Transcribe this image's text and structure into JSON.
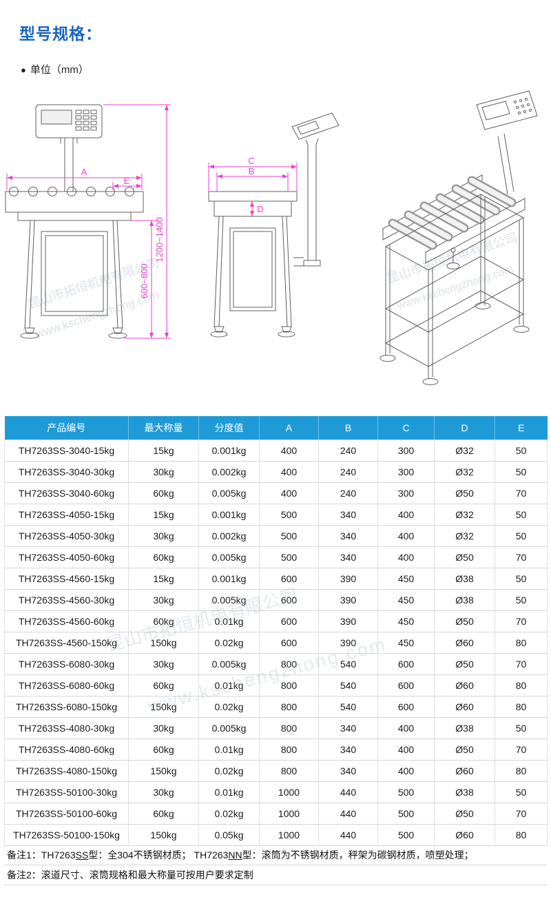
{
  "colors": {
    "accent_blue": "#1464c0",
    "header_bg": "#1e9bd7",
    "dim_magenta": "#ed3fcf",
    "line_gray": "#5f5f5f"
  },
  "page": {
    "title": "型号规格："
  },
  "unit": {
    "bullet": "●",
    "label": "单位（mm）"
  },
  "drawing": {
    "front_view": {
      "dim_a": "A",
      "dim_e": "E",
      "dim_total_height": "1200~1400",
      "dim_stand_height": "600~800"
    },
    "side_view": {
      "dim_c": "C",
      "dim_b": "B",
      "dim_d": "D"
    }
  },
  "watermark": {
    "company": "昆山市拓恒机电有限公司",
    "site": "www.kschengzhong.com"
  },
  "table": {
    "headers": [
      "产品编号",
      "最大称量",
      "分度值",
      "A",
      "B",
      "C",
      "D",
      "E"
    ],
    "rows": [
      [
        "TH7263SS-3040-15kg",
        "15kg",
        "0.001kg",
        "400",
        "240",
        "300",
        "Ø32",
        "50"
      ],
      [
        "TH7263SS-3040-30kg",
        "30kg",
        "0.002kg",
        "400",
        "240",
        "300",
        "Ø32",
        "50"
      ],
      [
        "TH7263SS-3040-60kg",
        "60kg",
        "0.005kg",
        "400",
        "240",
        "300",
        "Ø50",
        "70"
      ],
      [
        "TH7263SS-4050-15kg",
        "15kg",
        "0.001kg",
        "500",
        "340",
        "400",
        "Ø32",
        "50"
      ],
      [
        "TH7263SS-4050-30kg",
        "30kg",
        "0.002kg",
        "500",
        "340",
        "400",
        "Ø32",
        "50"
      ],
      [
        "TH7263SS-4050-60kg",
        "60kg",
        "0.005kg",
        "500",
        "340",
        "400",
        "Ø50",
        "70"
      ],
      [
        "TH7263SS-4560-15kg",
        "15kg",
        "0.001kg",
        "600",
        "390",
        "450",
        "Ø38",
        "50"
      ],
      [
        "TH7263SS-4560-30kg",
        "30kg",
        "0.005kg",
        "600",
        "390",
        "450",
        "Ø38",
        "50"
      ],
      [
        "TH7263SS-4560-60kg",
        "60kg",
        "0.01kg",
        "600",
        "390",
        "450",
        "Ø50",
        "70"
      ],
      [
        "TH7263SS-4560-150kg",
        "150kg",
        "0.02kg",
        "600",
        "390",
        "450",
        "Ø60",
        "80"
      ],
      [
        "TH7263SS-6080-30kg",
        "30kg",
        "0.005kg",
        "800",
        "540",
        "600",
        "Ø50",
        "70"
      ],
      [
        "TH7263SS-6080-60kg",
        "60kg",
        "0.01kg",
        "800",
        "540",
        "600",
        "Ø60",
        "80"
      ],
      [
        "TH7263SS-6080-150kg",
        "150kg",
        "0.02kg",
        "800",
        "540",
        "600",
        "Ø60",
        "80"
      ],
      [
        "TH7263SS-4080-30kg",
        "30kg",
        "0.005kg",
        "800",
        "340",
        "400",
        "Ø38",
        "50"
      ],
      [
        "TH7263SS-4080-60kg",
        "60kg",
        "0.01kg",
        "800",
        "340",
        "400",
        "Ø50",
        "70"
      ],
      [
        "TH7263SS-4080-150kg",
        "150kg",
        "0.02kg",
        "800",
        "340",
        "400",
        "Ø60",
        "80"
      ],
      [
        "TH7263SS-50100-30kg",
        "30kg",
        "0.01kg",
        "1000",
        "440",
        "500",
        "Ø38",
        "50"
      ],
      [
        "TH7263SS-50100-60kg",
        "60kg",
        "0.02kg",
        "1000",
        "440",
        "500",
        "Ø50",
        "70"
      ],
      [
        "TH7263SS-50100-150kg",
        "150kg",
        "0.05kg",
        "1000",
        "440",
        "500",
        "Ø60",
        "80"
      ]
    ]
  },
  "notes": {
    "note1": {
      "label": "备注1：",
      "p1": "TH7263",
      "u1": "SS",
      "p2": "型：全304不锈钢材质；  TH7263",
      "u2": "NN",
      "p3": "型：滚筒为不锈钢材质，秤架为碳钢材质，喷塑处理；"
    },
    "note2": "备注2：滚道尺寸、滚筒规格和最大称量可按用户要求定制"
  }
}
